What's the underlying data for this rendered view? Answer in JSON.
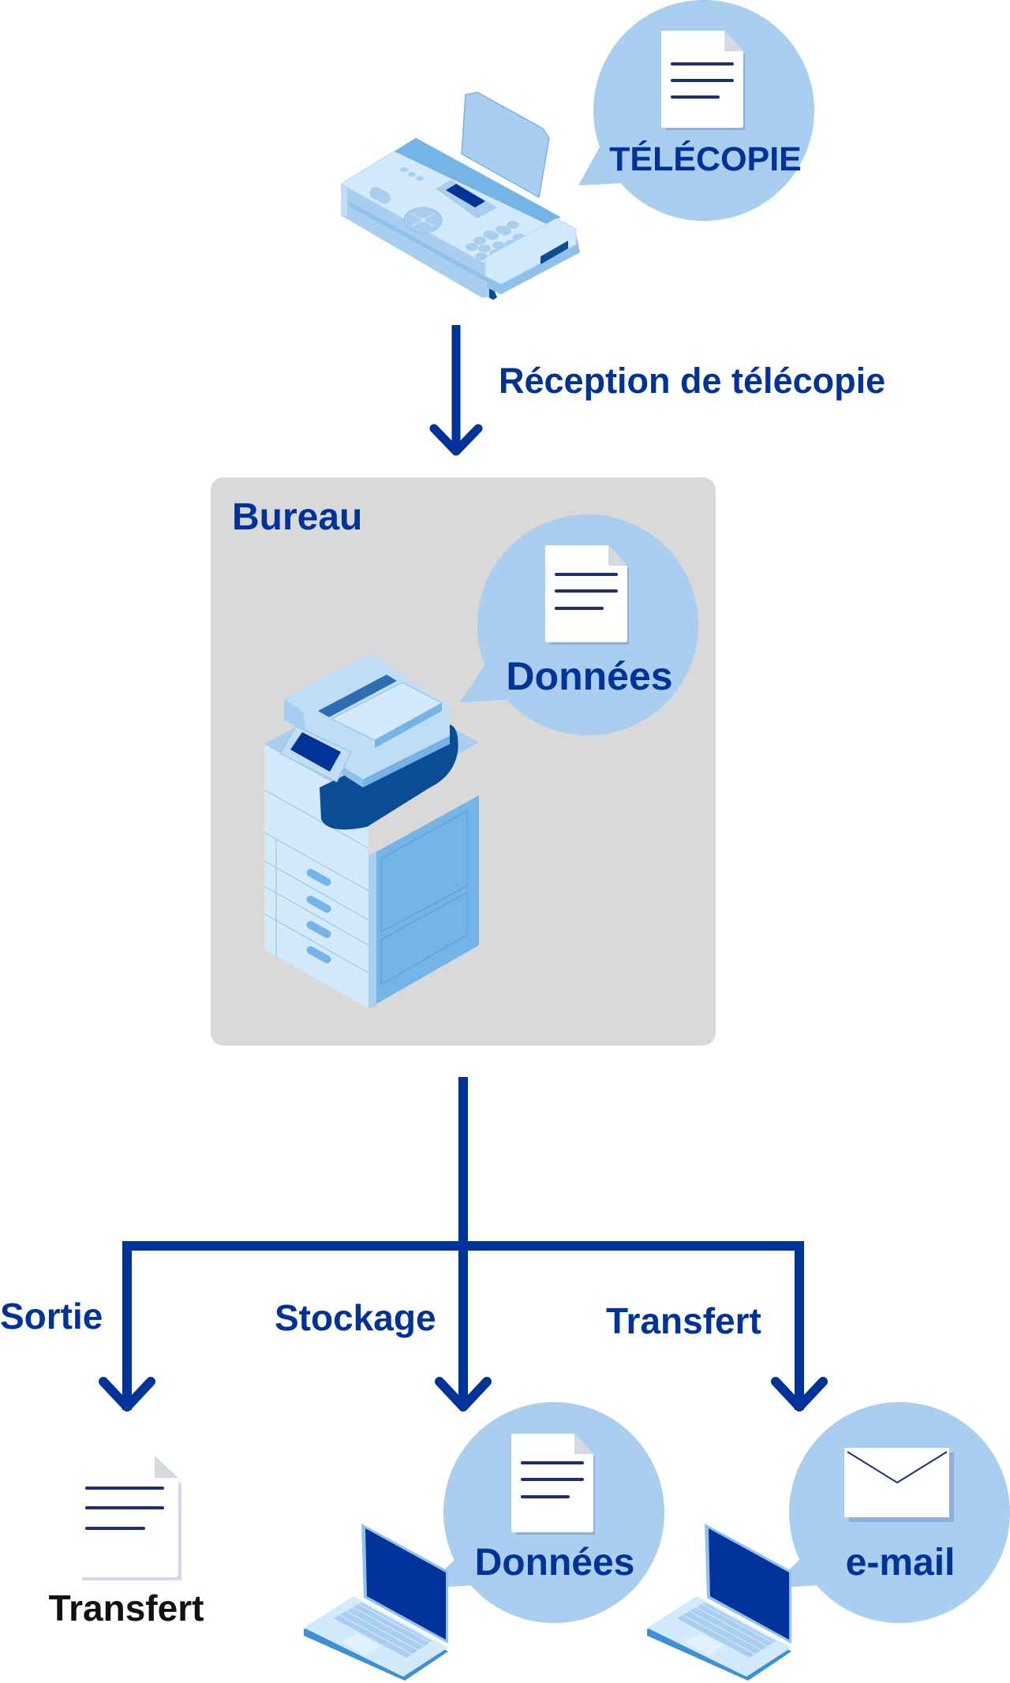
{
  "colors": {
    "primary_blue": "#003399",
    "bubble_blue": "#A9CEEF",
    "office_gray": "#D9D9D9",
    "device_light": "#D2EAFC",
    "device_mid": "#74B4E6",
    "device_dark": "#0A4D94",
    "doc_line": "#1E2F7A",
    "black_text": "#111111"
  },
  "fax": {
    "icon": "fax-machine-icon",
    "bubble": {
      "icon": "document-icon",
      "label": "TÉLÉCOPIE"
    }
  },
  "reception": {
    "arrow_icon": "arrow-down-icon",
    "label": "Réception de télécopie"
  },
  "office": {
    "title": "Bureau",
    "device_icon": "multifunction-printer-icon",
    "bubble": {
      "icon": "document-icon",
      "label": "Données"
    }
  },
  "branches": [
    {
      "label": "Sortie",
      "arrow_icon": "arrow-down-icon",
      "result": {
        "icon": "paper-document-icon",
        "label": "Transfert"
      }
    },
    {
      "label": "Stockage",
      "arrow_icon": "arrow-down-icon",
      "result": {
        "icon": "laptop-icon",
        "bubble_icon": "document-icon",
        "label": "Données"
      }
    },
    {
      "label": "Transfert",
      "arrow_icon": "arrow-down-icon",
      "result": {
        "icon": "laptop-icon",
        "bubble_icon": "envelope-icon",
        "label": "e-mail"
      }
    }
  ]
}
